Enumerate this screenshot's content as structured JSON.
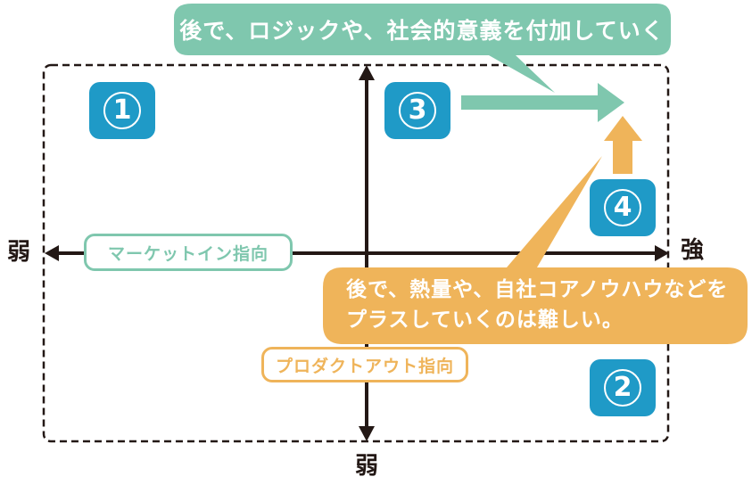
{
  "diagram": {
    "type": "quadrant-matrix",
    "axes": {
      "horizontal": {
        "left_label": "弱",
        "right_label": "強"
      },
      "vertical": {
        "bottom_label": "弱"
      }
    },
    "orientation_labels": {
      "market_in": "マーケットイン指向",
      "product_out": "プロダクトアウト指向"
    },
    "quadrants": [
      {
        "id": "1",
        "symbol": "①",
        "position": "top-left"
      },
      {
        "id": "2",
        "symbol": "②",
        "position": "bottom-right"
      },
      {
        "id": "3",
        "symbol": "③",
        "position": "top-right-inner"
      },
      {
        "id": "4",
        "symbol": "④",
        "position": "right-middle"
      }
    ],
    "callouts": {
      "top": {
        "text": "後で、ロジックや、社会的意義を付加していく"
      },
      "bottom": {
        "line1": "後で、熱量や、自社コアノウハウなどを",
        "line2": "プラスしていくのは難しい。"
      }
    },
    "arrows": [
      {
        "from": "3",
        "direction": "right",
        "meaning": "add logic / social significance"
      },
      {
        "from": "4",
        "direction": "up",
        "meaning": "add passion / core know-how"
      }
    ],
    "colors": {
      "badge": "#1f9ac7",
      "teal_accent": "#7fc7ae",
      "orange_accent": "#efb45a",
      "axis": "#231815"
    }
  }
}
